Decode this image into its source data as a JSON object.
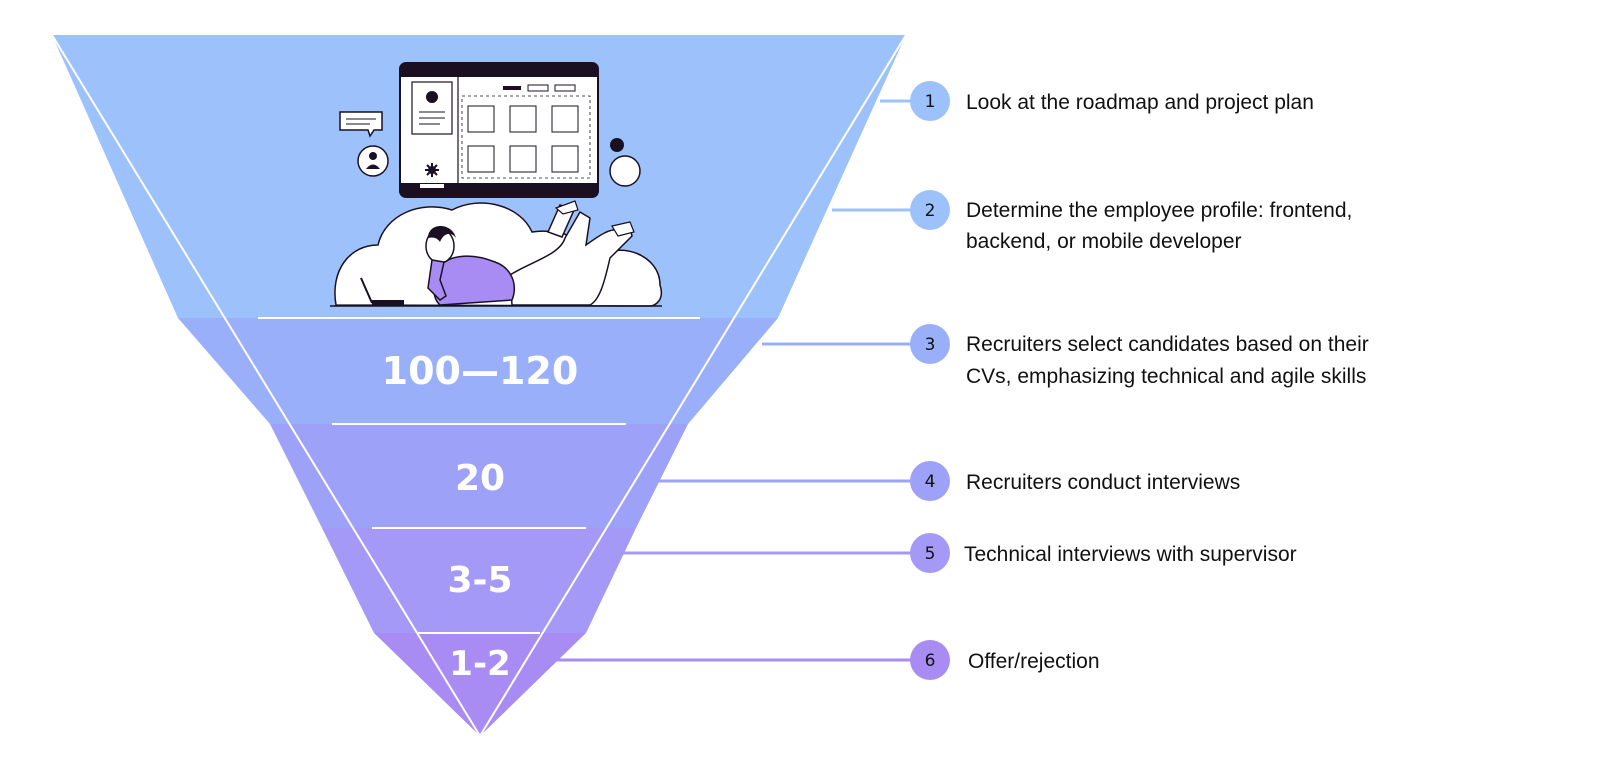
{
  "funnel": {
    "stages": [
      {
        "label": "",
        "color": "#9cc1fb"
      },
      {
        "label": "100—120",
        "color": "#9aaffa"
      },
      {
        "label": "20",
        "color": "#9da2f8"
      },
      {
        "label": "3-5",
        "color": "#a499f7"
      },
      {
        "label": "1-2",
        "color": "#a98cf3"
      }
    ]
  },
  "steps": [
    {
      "number": "1",
      "lines": [
        "Look at the roadmap and project plan"
      ],
      "badge_color": "#9cc1fb",
      "connector_color": "#9cc1fb"
    },
    {
      "number": "2",
      "lines": [
        "Determine the employee profile: frontend,",
        "backend, or mobile developer"
      ],
      "badge_color": "#9cc1fb",
      "connector_color": "#9cc1fb"
    },
    {
      "number": "3",
      "lines": [
        "Recruiters select candidates based on their",
        "CVs, emphasizing technical and agile skills"
      ],
      "badge_color": "#9aaffa",
      "connector_color": "#9aaffa"
    },
    {
      "number": "4",
      "lines": [
        "Recruiters conduct interviews"
      ],
      "badge_color": "#9da2f8",
      "connector_color": "#9da2f8"
    },
    {
      "number": "5",
      "lines": [
        "Technical interviews with supervisor"
      ],
      "badge_color": "#a499f7",
      "connector_color": "#a499f7"
    },
    {
      "number": "6",
      "lines": [
        "Offer/rejection"
      ],
      "badge_color": "#a98cf3",
      "connector_color": "#a98cf3"
    }
  ],
  "illustration": {
    "icons": [
      "dashboard-window-icon",
      "chat-bubble-icon",
      "user-avatar-icon",
      "gear-icon",
      "cloud-icon",
      "person-lying-icon",
      "laptop-icon"
    ]
  }
}
